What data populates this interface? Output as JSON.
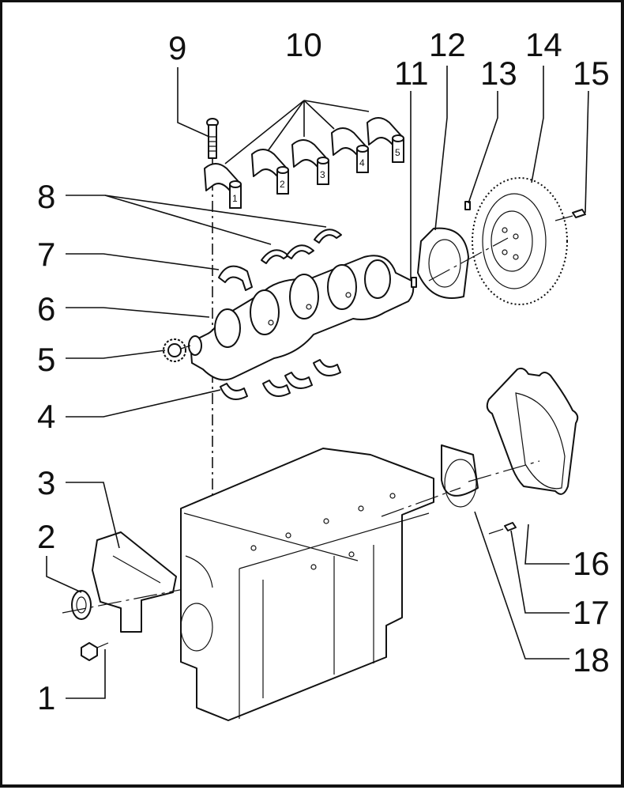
{
  "diagram": {
    "type": "exploded-parts-view",
    "subject": "engine cylinder block, crankshaft and flywheel assembly",
    "callouts": [
      {
        "id": "1",
        "label": "1"
      },
      {
        "id": "2",
        "label": "2"
      },
      {
        "id": "3",
        "label": "3"
      },
      {
        "id": "4",
        "label": "4"
      },
      {
        "id": "5",
        "label": "5"
      },
      {
        "id": "6",
        "label": "6"
      },
      {
        "id": "7",
        "label": "7"
      },
      {
        "id": "8",
        "label": "8"
      },
      {
        "id": "9",
        "label": "9"
      },
      {
        "id": "10",
        "label": "10"
      },
      {
        "id": "11",
        "label": "11"
      },
      {
        "id": "12",
        "label": "12"
      },
      {
        "id": "13",
        "label": "13"
      },
      {
        "id": "14",
        "label": "14"
      },
      {
        "id": "15",
        "label": "15"
      },
      {
        "id": "16",
        "label": "16"
      },
      {
        "id": "17",
        "label": "17"
      },
      {
        "id": "18",
        "label": "18"
      }
    ],
    "bearing_cap_numbers": [
      "1",
      "2",
      "3",
      "4",
      "5"
    ]
  }
}
